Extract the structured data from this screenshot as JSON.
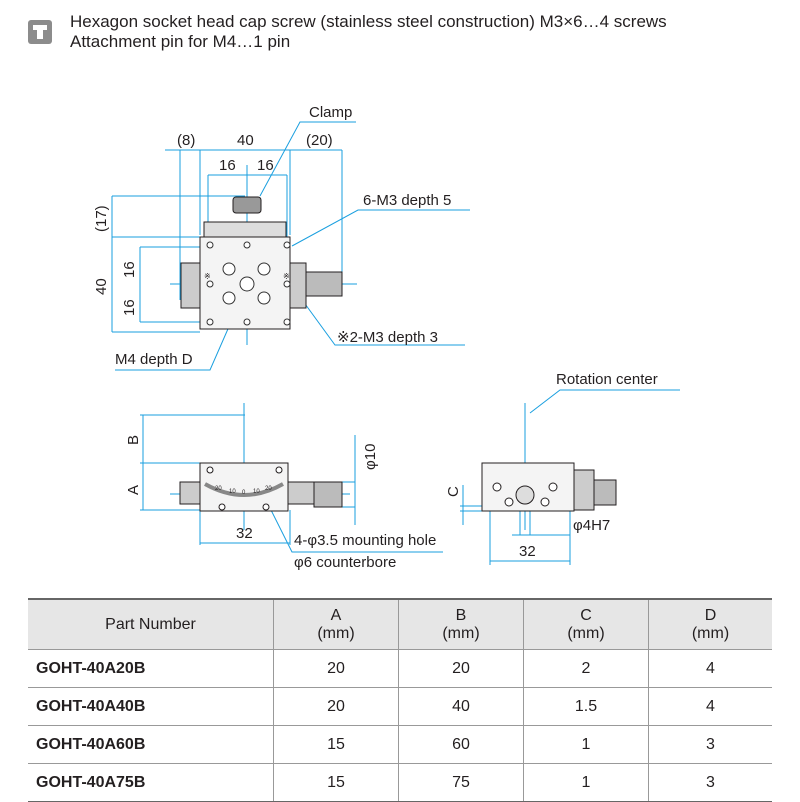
{
  "note": {
    "icon": "pin-icon",
    "line1": "Hexagon socket head cap screw (stainless steel construction) M3×6…4 screws",
    "line2": "Attachment pin for M4…1 pin"
  },
  "top_view": {
    "clamp": "Clamp",
    "dim_8": "(8)",
    "dim_40_w": "40",
    "dim_20": "(20)",
    "dim_16_left": "16",
    "dim_16_right": "16",
    "dim_17": "(17)",
    "dim_40_h": "40",
    "dim_16_up": "16",
    "dim_16_down": "16",
    "holes_m3_5": "6-M3 depth 5",
    "holes_m3_3": "※2-M3 depth 3",
    "m4": "M4 depth D",
    "mark_l": "※",
    "mark_r": "※"
  },
  "front_view": {
    "dim_B": "B",
    "dim_A": "A",
    "dim_phi10": "φ10",
    "dim_32": "32",
    "scale": [
      "20",
      "10",
      "0",
      "10",
      "20"
    ],
    "mounting": "4-φ3.5 mounting hole",
    "counterbore": "φ6 counterbore"
  },
  "side_view": {
    "rotation": "Rotation center",
    "dim_C": "C",
    "dim_phi4": "φ4H7",
    "dim_32": "32"
  },
  "colors": {
    "dim": "#1a9fdf",
    "table_header": "#e6e6e6"
  },
  "table": {
    "headers": [
      {
        "l1": "Part Number",
        "l2": ""
      },
      {
        "l1": "A",
        "l2": "(mm)"
      },
      {
        "l1": "B",
        "l2": "(mm)"
      },
      {
        "l1": "C",
        "l2": "(mm)"
      },
      {
        "l1": "D",
        "l2": "(mm)"
      }
    ],
    "rows": [
      [
        "GOHT-40A20B",
        "20",
        "20",
        "2",
        "4"
      ],
      [
        "GOHT-40A40B",
        "20",
        "40",
        "1.5",
        "4"
      ],
      [
        "GOHT-40A60B",
        "15",
        "60",
        "1",
        "3"
      ],
      [
        "GOHT-40A75B",
        "15",
        "75",
        "1",
        "3"
      ]
    ]
  }
}
